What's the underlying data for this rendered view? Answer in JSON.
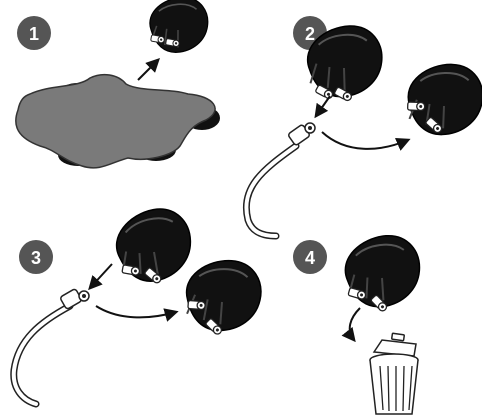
{
  "steps": [
    {
      "number": "1"
    },
    {
      "number": "2"
    },
    {
      "number": "3"
    },
    {
      "number": "4"
    }
  ],
  "colors": {
    "badge": "#555555",
    "tray": "#777777",
    "earpiece": "#111111",
    "tube": "#ffffff",
    "outline": "#222222"
  },
  "icons": [
    "dispenser-tray-icon",
    "earpiece-filter-icon",
    "hearing-tube-icon",
    "arrow-icon",
    "trash-can-icon"
  ]
}
